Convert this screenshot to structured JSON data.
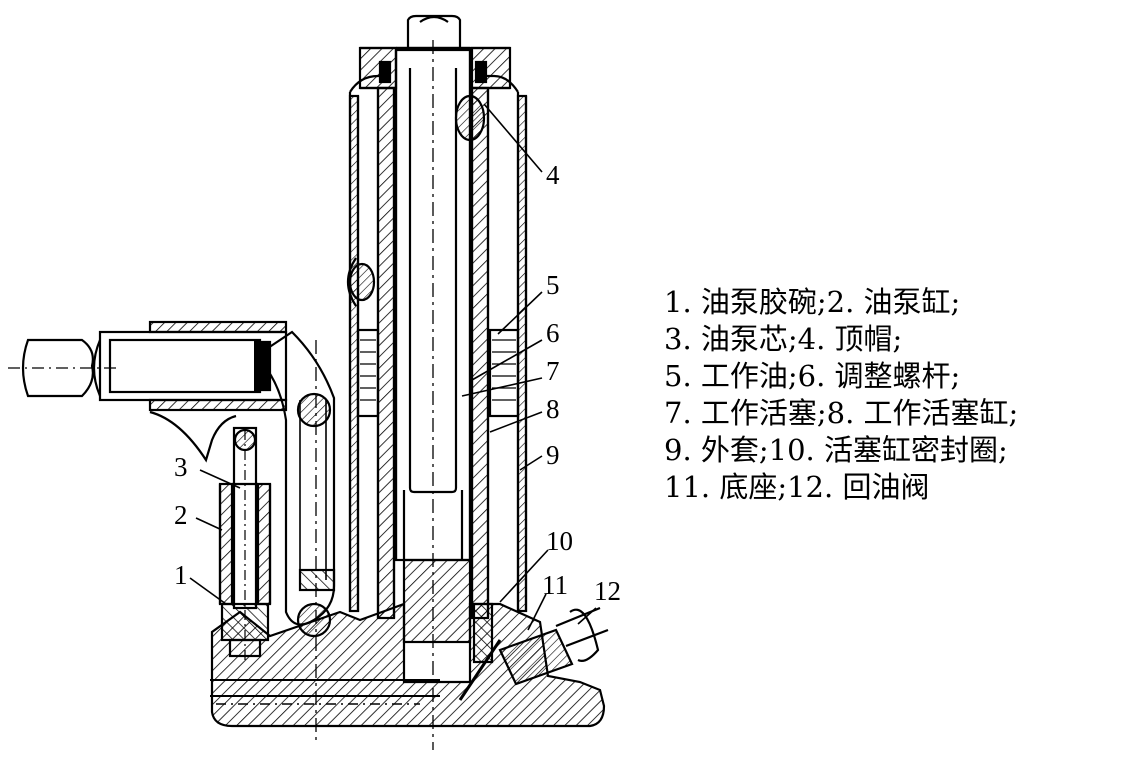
{
  "callouts": {
    "c1": "1",
    "c2": "2",
    "c3": "3",
    "c4": "4",
    "c5": "5",
    "c6": "6",
    "c7": "7",
    "c8": "8",
    "c9": "9",
    "c10": "10",
    "c11": "11",
    "c12": "12"
  },
  "legend": {
    "lines": [
      "1. 油泵胶碗;2. 油泵缸;",
      "3. 油泵芯;4. 顶帽;",
      "5. 工作油;6. 调整螺杆;",
      "7. 工作活塞;8. 工作活塞缸;",
      "9. 外套;10. 活塞缸密封圈;",
      "11. 底座;12. 回油阀"
    ]
  }
}
